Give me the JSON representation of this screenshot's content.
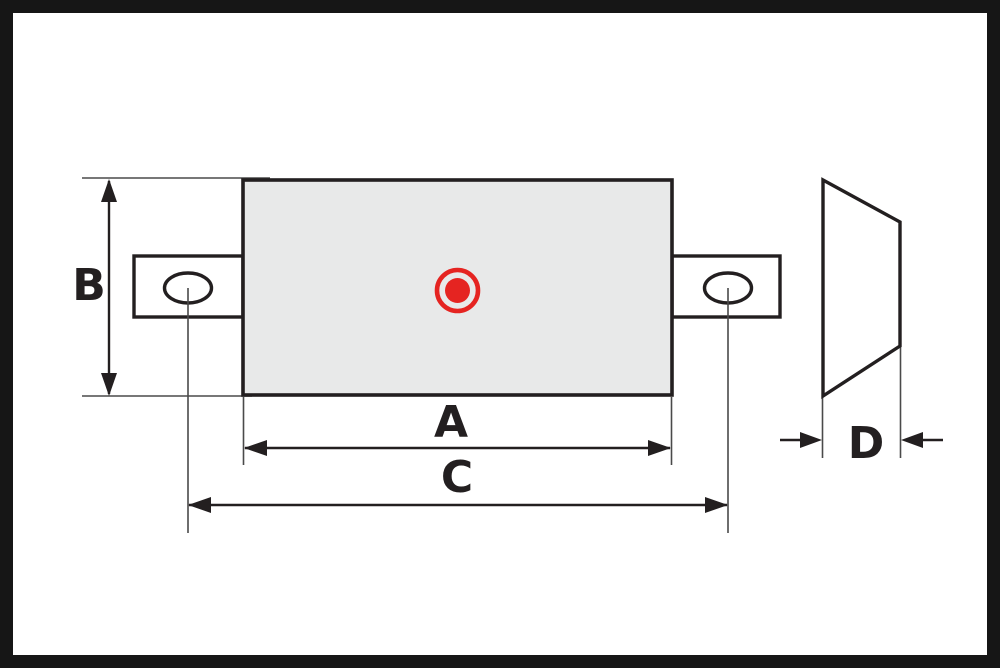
{
  "diagram": {
    "type": "technical-dimension-drawing",
    "views": {
      "front": "rectangular body with two mounting tabs, oval slot holes and center marker",
      "side": "tapered profile"
    },
    "dimension_labels": {
      "body_length": "A",
      "body_height": "B",
      "hole_center_span": "C",
      "thickness": "D"
    }
  },
  "colors": {
    "line": "#231f20",
    "frame": "#161616",
    "background": "#ffffff",
    "body_fill": "#e8e9e9",
    "accent_red": "#e52421"
  }
}
